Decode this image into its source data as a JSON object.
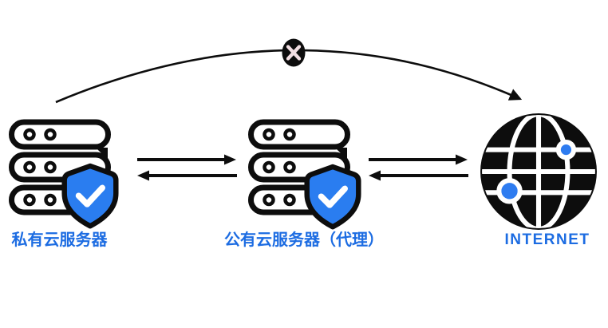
{
  "diagram": {
    "nodes": [
      {
        "id": "private-cloud-server",
        "label": "私有云服务器",
        "icon": "server-stack-with-shield-check"
      },
      {
        "id": "public-cloud-proxy",
        "label": "公有云服务器（代理）",
        "icon": "server-stack-with-shield-check"
      },
      {
        "id": "internet",
        "label": "INTERNET",
        "icon": "globe"
      }
    ],
    "connections": [
      {
        "from": "private-cloud-server",
        "to": "public-cloud-proxy",
        "style": "bidirectional-double-arrow"
      },
      {
        "from": "public-cloud-proxy",
        "to": "internet",
        "style": "bidirectional-double-arrow"
      },
      {
        "from": "private-cloud-server",
        "to": "internet",
        "style": "curved-arc",
        "blocked": true,
        "blocked_marker": "x-circle"
      }
    ],
    "colors": {
      "accent_blue": "#1c6ce2",
      "shield_blue": "#2a7df0",
      "node_blue": "#2e7cf0",
      "line_black": "#0d0d0d",
      "background": "#ffffff",
      "x_glyph": "#f3dfe3"
    }
  }
}
